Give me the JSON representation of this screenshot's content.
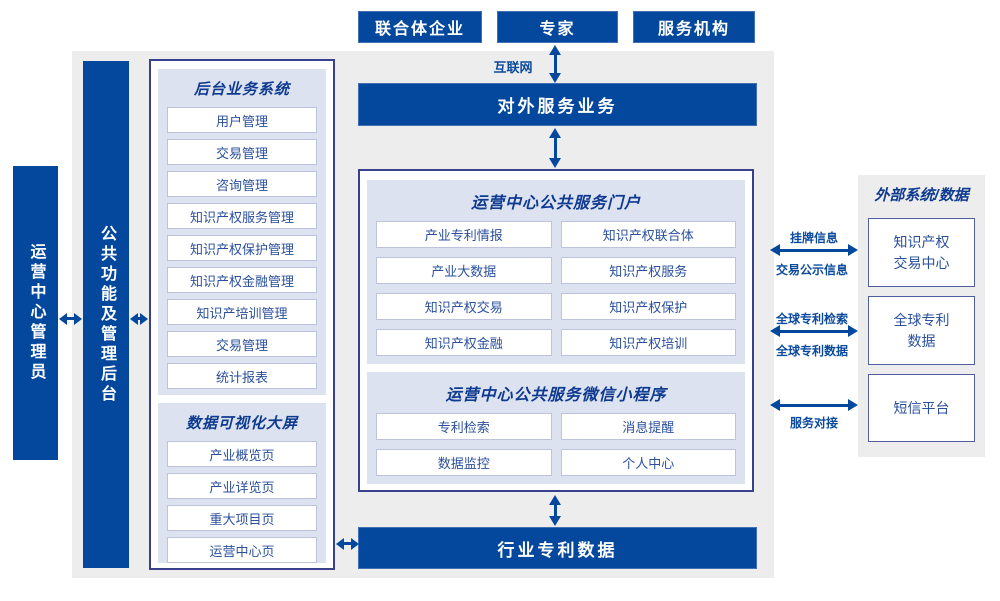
{
  "colors": {
    "primary_blue": "#04489d",
    "background_gray": "#ededed",
    "panel_lavender": "#dde2f0",
    "border_navy": "#39418f",
    "item_text_blue": "#2a4f9c"
  },
  "top_actors": [
    "联合体企业",
    "专家",
    "服务机构"
  ],
  "internet_label": "互联网",
  "external_service_bar": "对外服务业务",
  "admin_bar": "运营中心管理员",
  "backend_bar": "公共功能及管理后台",
  "left_panel": {
    "sections": [
      {
        "title": "后台业务系统",
        "items": [
          "用户管理",
          "交易管理",
          "咨询管理",
          "知识产权服务管理",
          "知识产权保护管理",
          "知识产权金融管理",
          "知识产培训管理",
          "交易管理",
          "统计报表"
        ]
      },
      {
        "title": "数据可视化大屏",
        "items": [
          "产业概览页",
          "产业详览页",
          "重大项目页",
          "运营中心页"
        ]
      }
    ]
  },
  "center_panel": {
    "sections": [
      {
        "title": "运营中心公共服务门户",
        "items": [
          "产业专利情报",
          "知识产权联合体",
          "产业大数据",
          "知识产权服务",
          "知识产权交易",
          "知识产权保护",
          "知识产权金融",
          "知识产权培训"
        ]
      },
      {
        "title": "运营中心公共服务微信小程序",
        "items": [
          "专利检索",
          "消息提醒",
          "数据监控",
          "个人中心"
        ]
      }
    ]
  },
  "bottom_bar": "行业专利数据",
  "right_panel": {
    "title": "外部系统/数据",
    "boxes": [
      "知识产权\n交易中心",
      "全球专利\n数据",
      "短信平台"
    ]
  },
  "link_labels": {
    "listing_info": "挂牌信息",
    "trade_publicity": "交易公示信息",
    "global_patent_search": "全球专利检索",
    "global_patent_data": "全球专利数据",
    "service_connect": "服务对接"
  }
}
